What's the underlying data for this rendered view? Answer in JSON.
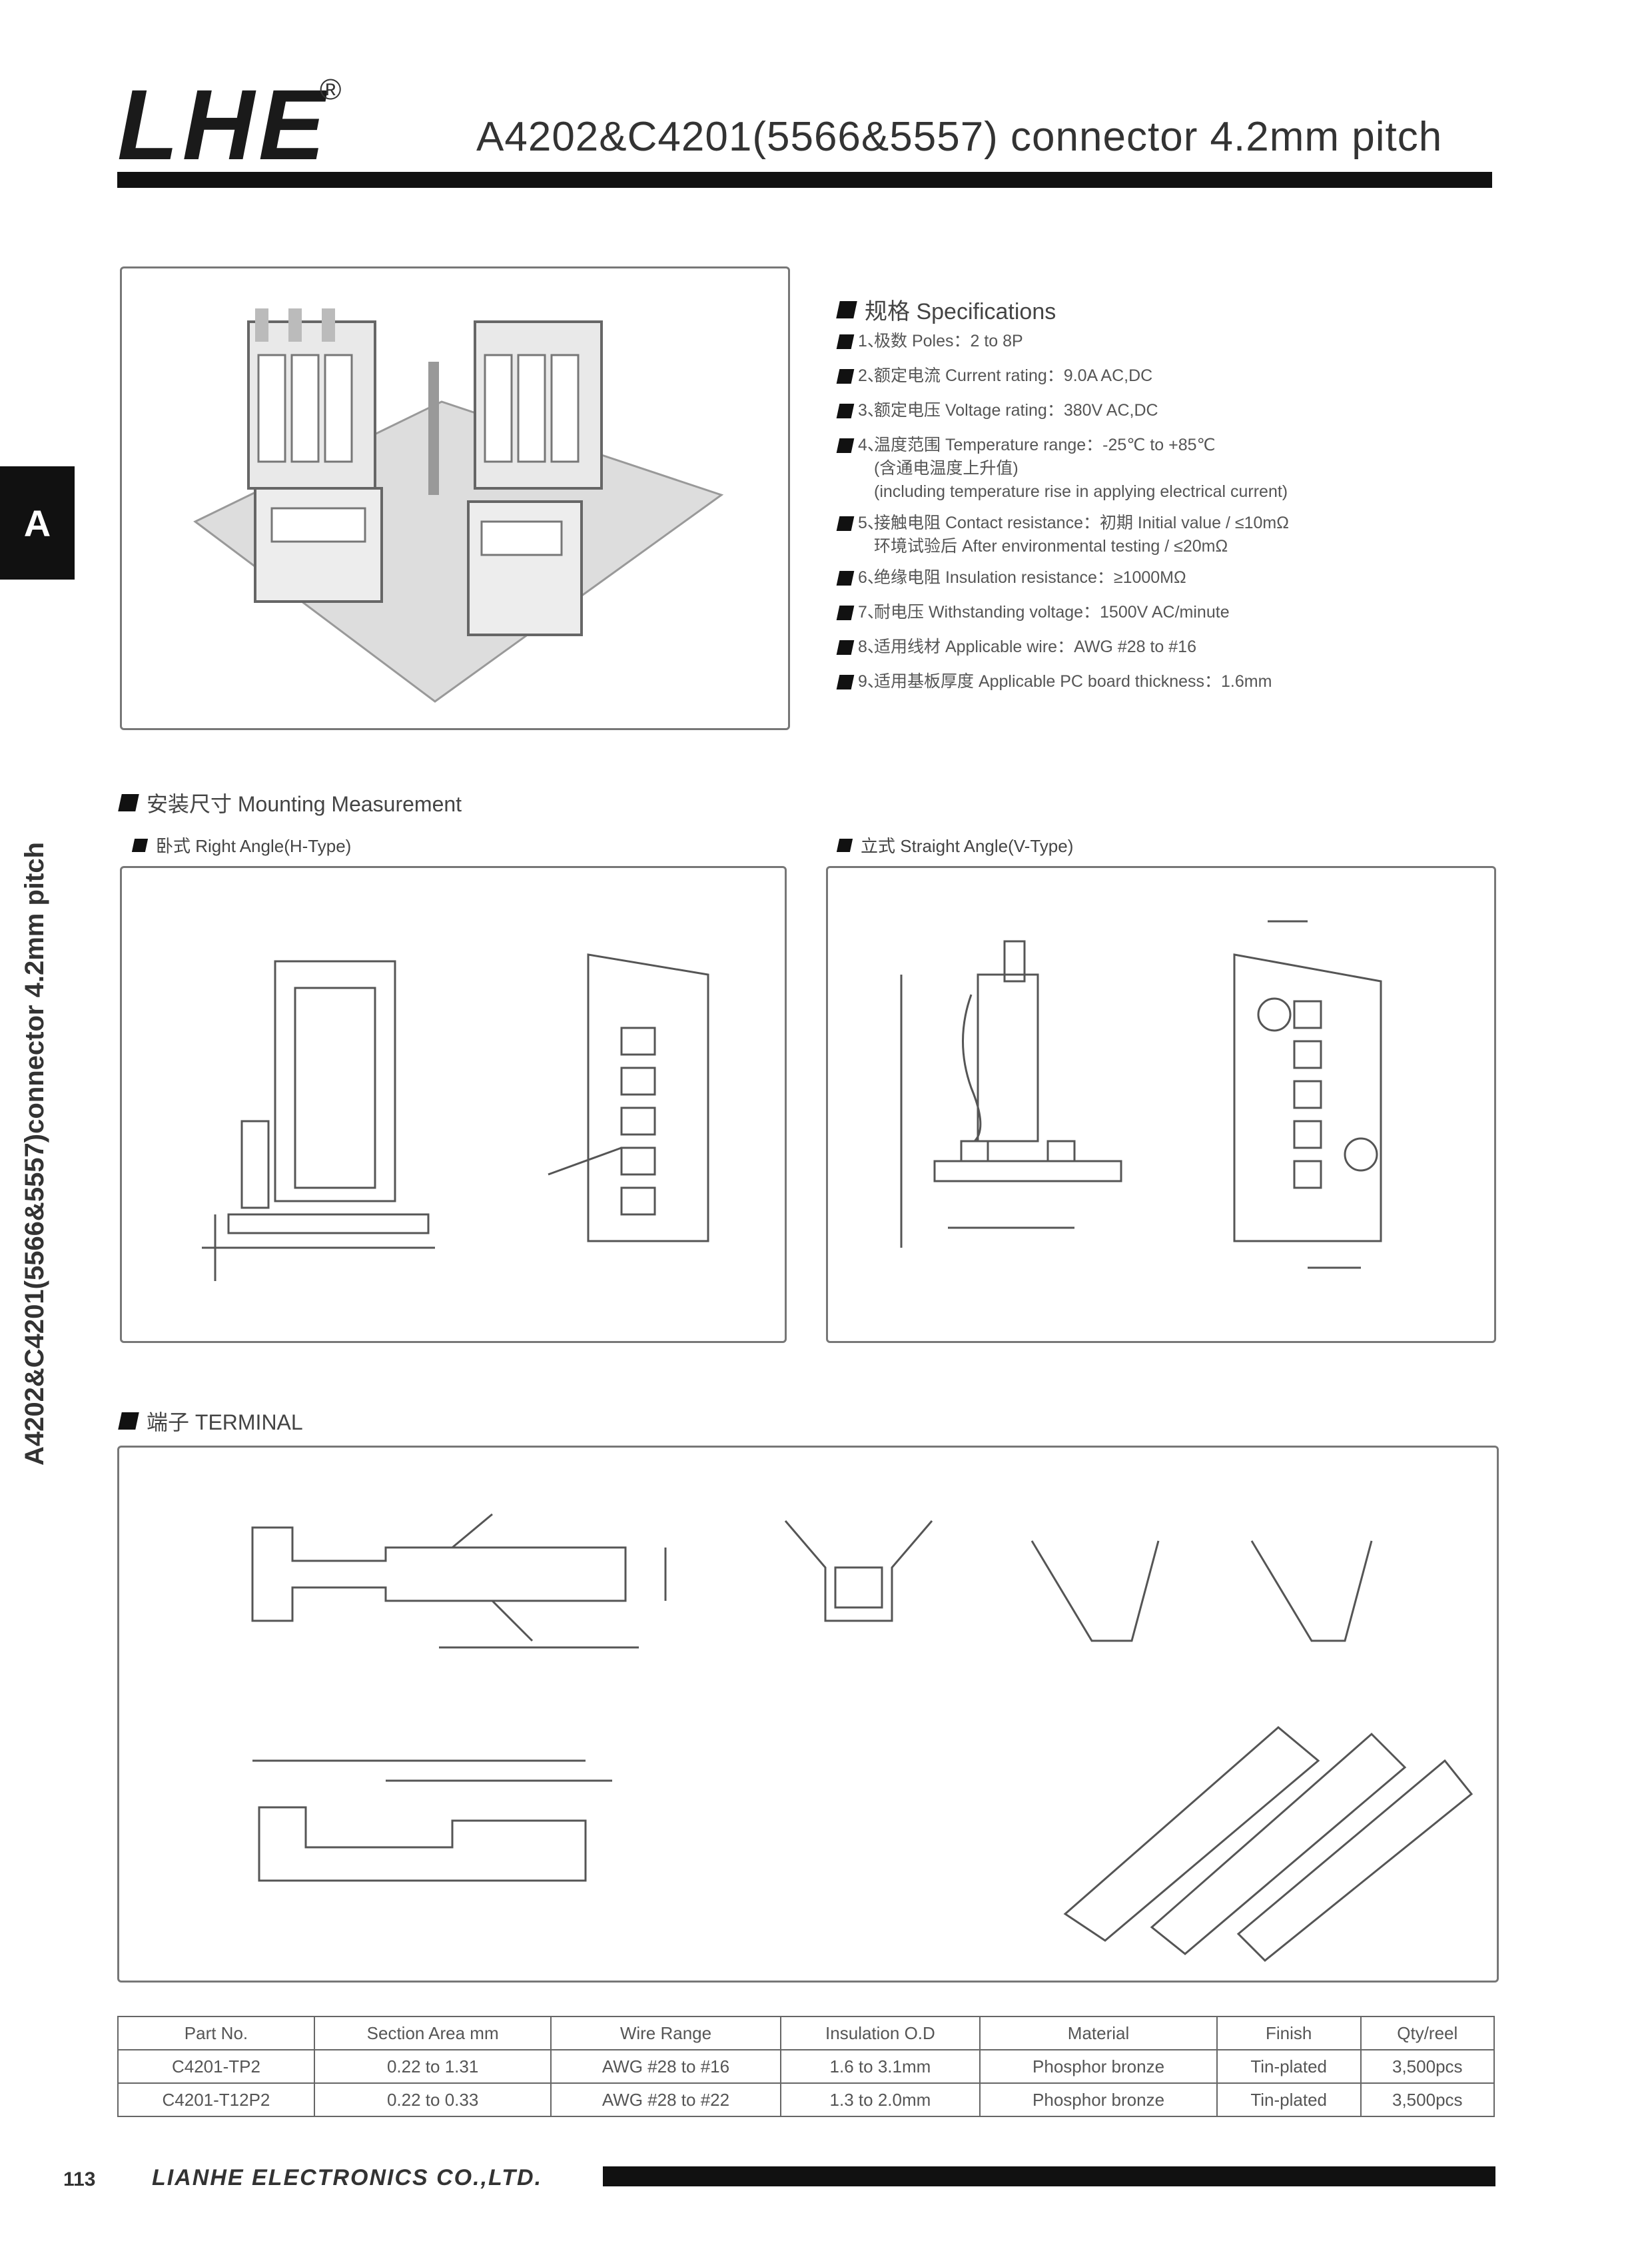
{
  "header": {
    "logo": "LHE",
    "registered": "®",
    "title": "A4202&C4201(5566&5557) connector 4.2mm pitch"
  },
  "side_tab": {
    "letter": "A",
    "vertical_title": "A4202&C4201(5566&5557)connector 4.2mm pitch"
  },
  "specifications": {
    "heading": "规格 Specifications",
    "items": [
      {
        "num": "1、",
        "text": "极数 Poles：2 to 8P"
      },
      {
        "num": "2、",
        "text": "额定电流 Current rating：9.0A AC,DC"
      },
      {
        "num": "3、",
        "text": "额定电压 Voltage rating：380V AC,DC"
      },
      {
        "num": "4、",
        "text": "温度范围 Temperature range：-25℃ to +85℃",
        "sub": "(含通电温度上升值)",
        "sub2": "(including temperature rise in applying electrical current)"
      },
      {
        "num": "5、",
        "text": "接触电阻 Contact resistance：初期 Initial value / ≤10mΩ",
        "sub": "环境试验后 After environmental testing / ≤20mΩ"
      },
      {
        "num": "6、",
        "text": "绝缘电阻 Insulation resistance：≥1000MΩ"
      },
      {
        "num": "7、",
        "text": "耐电压 Withstanding voltage：1500V AC/minute"
      },
      {
        "num": "8、",
        "text": "适用线材 Applicable wire：AWG #28 to #16"
      },
      {
        "num": "9、",
        "text": "适用基板厚度 Applicable PC board thickness：1.6mm"
      }
    ]
  },
  "sections": {
    "mounting": "安装尺寸 Mounting Measurement",
    "right_angle": "卧式 Right Angle(H-Type)",
    "straight": "立式 Straight Angle(V-Type)",
    "terminal": "端子 TERMINAL"
  },
  "table": {
    "headers": [
      "Part No.",
      "Section Area mm",
      "Wire Range",
      "Insulation O.D",
      "Material",
      "Finish",
      "Qty/reel"
    ],
    "rows": [
      [
        "C4201-TP2",
        "0.22 to 1.31",
        "AWG #28 to #16",
        "1.6 to 3.1mm",
        "Phosphor bronze",
        "Tin-plated",
        "3,500pcs"
      ],
      [
        "C4201-T12P2",
        "0.22 to 0.33",
        "AWG #28 to #22",
        "1.3 to 2.0mm",
        "Phosphor bronze",
        "Tin-plated",
        "3,500pcs"
      ]
    ]
  },
  "footer": {
    "page": "113",
    "company": "LIANHE ELECTRONICS CO.,LTD."
  }
}
